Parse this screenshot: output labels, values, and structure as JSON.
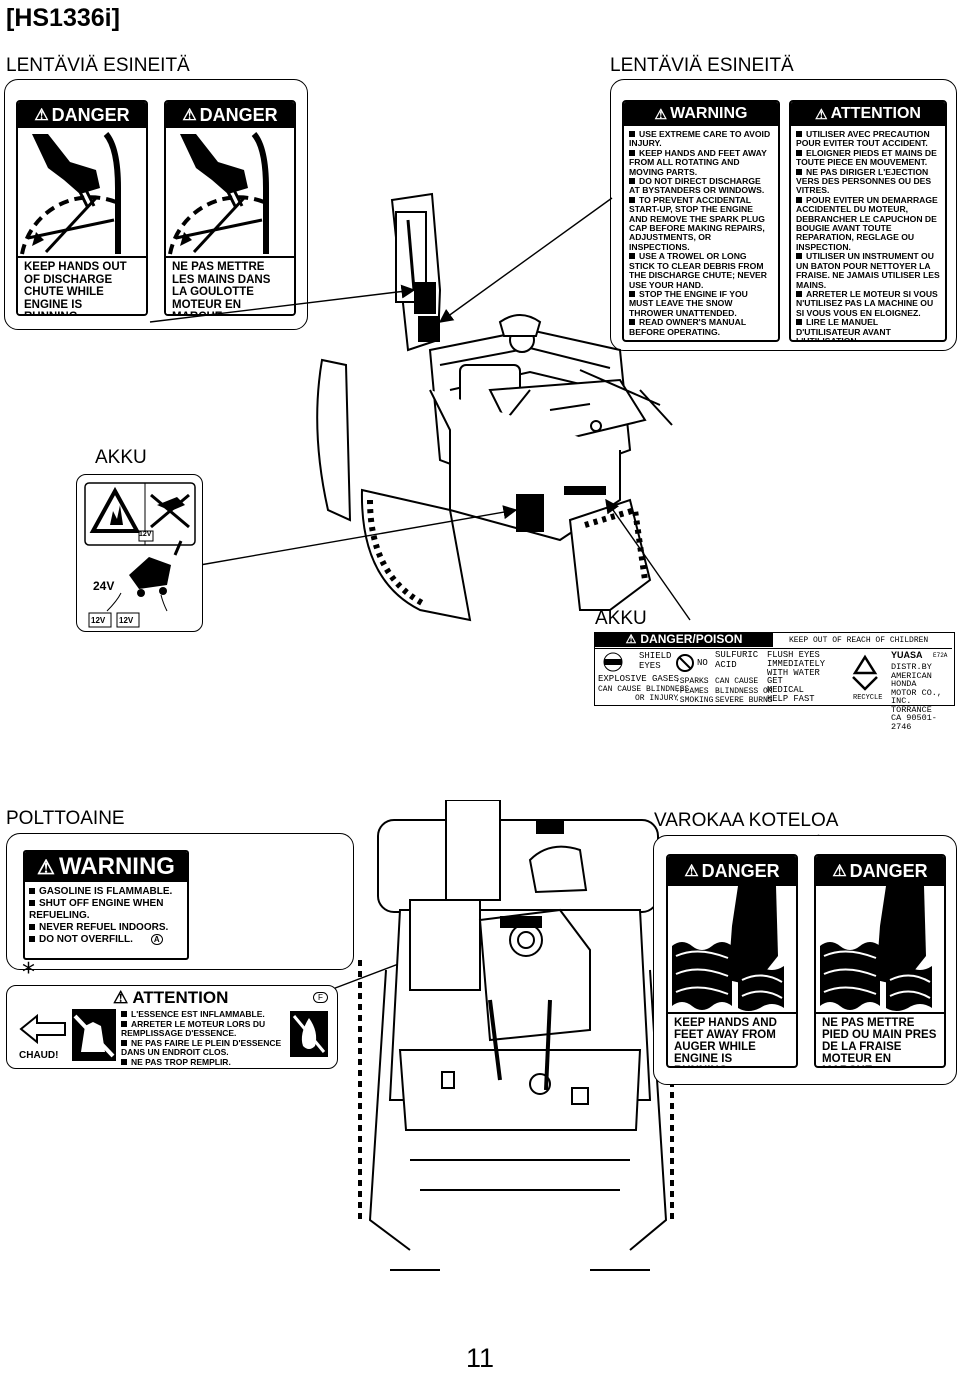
{
  "page": {
    "model_code": "[HS1336i]",
    "page_number": "11"
  },
  "headings": {
    "top_left": "LENTÄVIÄ ESINEITÄ",
    "top_right": "LENTÄVIÄ ESINEITÄ",
    "akku_left": "AKKU",
    "akku_right": "AKKU",
    "fuel": "POLTTOAINE",
    "housing": "VAROKAA KOTELOA"
  },
  "markers": {
    "asterisk": "*"
  },
  "discharge_labels": {
    "danger_en": {
      "header": "DANGER",
      "text": "KEEP HANDS OUT OF DISCHARGE CHUTE WHILE ENGINE IS RUNNING."
    },
    "danger_fr": {
      "header": "DANGER",
      "text": "NE PAS METTRE LES MAINS DANS LA GOULOTTE MOTEUR EN MARCHE."
    }
  },
  "warning_en": {
    "header": "WARNING",
    "items": [
      "USE EXTREME CARE TO AVOID INJURY.",
      "KEEP HANDS AND FEET AWAY FROM ALL ROTATING AND MOVING PARTS.",
      "DO NOT DIRECT DISCHARGE AT BYSTANDERS OR WINDOWS.",
      "TO PREVENT ACCIDENTAL START-UP, STOP THE ENGINE AND REMOVE THE SPARK PLUG CAP BEFORE MAKING REPAIRS, ADJUSTMENTS, OR INSPECTIONS.",
      "USE A TROWEL OR LONG STICK TO CLEAR DEBRIS FROM THE DISCHARGE CHUTE; NEVER USE YOUR HAND.",
      "STOP THE ENGINE IF YOU MUST LEAVE THE SNOW THROWER UNATTENDED.",
      "READ OWNER'S MANUAL BEFORE OPERATING."
    ]
  },
  "attention_fr": {
    "header": "ATTENTION",
    "items": [
      "UTILISER AVEC PRECAUTION POUR EVITER TOUT ACCIDENT.",
      "ELOIGNER PIEDS ET MAINS DE TOUTE PIECE EN MOUVEMENT.",
      "NE PAS DIRIGER L'EJECTION VERS DES PERSONNES OU DES VITRES.",
      "POUR EVITER UN DEMARRAGE ACCIDENTEL DU MOTEUR, DEBRANCHER LE CAPUCHON DE BOUGIE AVANT TOUTE REPARATION, REGLAGE OU INSPECTION.",
      "UTILISER UN INSTRUMENT OU UN BATON POUR NETTOYER LA FRAISE. NE JAMAIS UTILISER LES MAINS.",
      "ARRETER LE MOTEUR SI VOUS N'UTILISEZ PAS LA MACHINE OU SI VOUS VOUS EN ELOIGNEZ.",
      "LIRE LE MANUEL D'UTILISATEUR AVANT L'UTILISATION."
    ]
  },
  "akku_symbols": {
    "volt_24": "24V",
    "volt_12a": "12V",
    "volt_12b": "12V",
    "volt_12c": "12V"
  },
  "battery_label": {
    "header": "DANGER/POISON",
    "keep_out": "KEEP OUT OF REACH OF CHILDREN",
    "shield_1": "SHIELD",
    "shield_2": "EYES",
    "explosive": "EXPLOSIVE GASES",
    "can_cause": "CAN CAUSE BLINDNESS",
    "or_injury": "OR INJURY",
    "no": "NO",
    "sparks": "·SPARKS",
    "flames": "·FLAMES",
    "smoking": "·SMOKING",
    "sulfuric_1": "SULFURIC",
    "sulfuric_2": "ACID",
    "acid_cause_1": "CAN CAUSE",
    "acid_cause_2": "BLINDNESS OR",
    "acid_cause_3": "SEVERE BURNS",
    "flush_1": "FLUSH EYES",
    "flush_2": "IMMEDIATELY",
    "flush_3": "WITH WATER",
    "flush_4": "GET",
    "flush_5": "MEDICAL",
    "flush_6": "HELP FAST",
    "recycle": "RECYCLE",
    "brand": "YUASA",
    "code": "E72A",
    "distr_1": "DISTR.BY",
    "distr_2": "AMERICAN HONDA",
    "distr_3": "MOTOR CO., INC.",
    "distr_4": "TORRANCE",
    "distr_5": "CA 90501-2746"
  },
  "fuel_warning": {
    "header": "WARNING",
    "items": [
      "GASOLINE IS FLAMMABLE.",
      "SHUT OFF ENGINE WHEN REFUELING.",
      "NEVER REFUEL INDOORS.",
      "DO NOT OVERFILL."
    ],
    "code": "A"
  },
  "fuel_attention": {
    "header": "ATTENTION",
    "code": "F",
    "hot": "CHAUD!",
    "items": [
      "L'ESSENCE EST INFLAMMABLE.",
      "ARRETER LE MOTEUR LORS DU REMPLISSAGE D'ESSENCE.",
      "NE PAS FAIRE LE PLEIN D'ESSENCE DANS UN ENDROIT CLOS.",
      "NE PAS TROP REMPLIR."
    ]
  },
  "auger_labels": {
    "danger_en": {
      "header": "DANGER",
      "text": "KEEP HANDS AND FEET AWAY FROM AUGER WHILE ENGINE IS RUNNING."
    },
    "danger_fr": {
      "header": "DANGER",
      "text": "NE PAS METTRE PIED OU MAIN PRES DE LA FRAISE MOTEUR EN MARCHE."
    }
  },
  "colors": {
    "ink": "#000000",
    "paper": "#ffffff"
  }
}
